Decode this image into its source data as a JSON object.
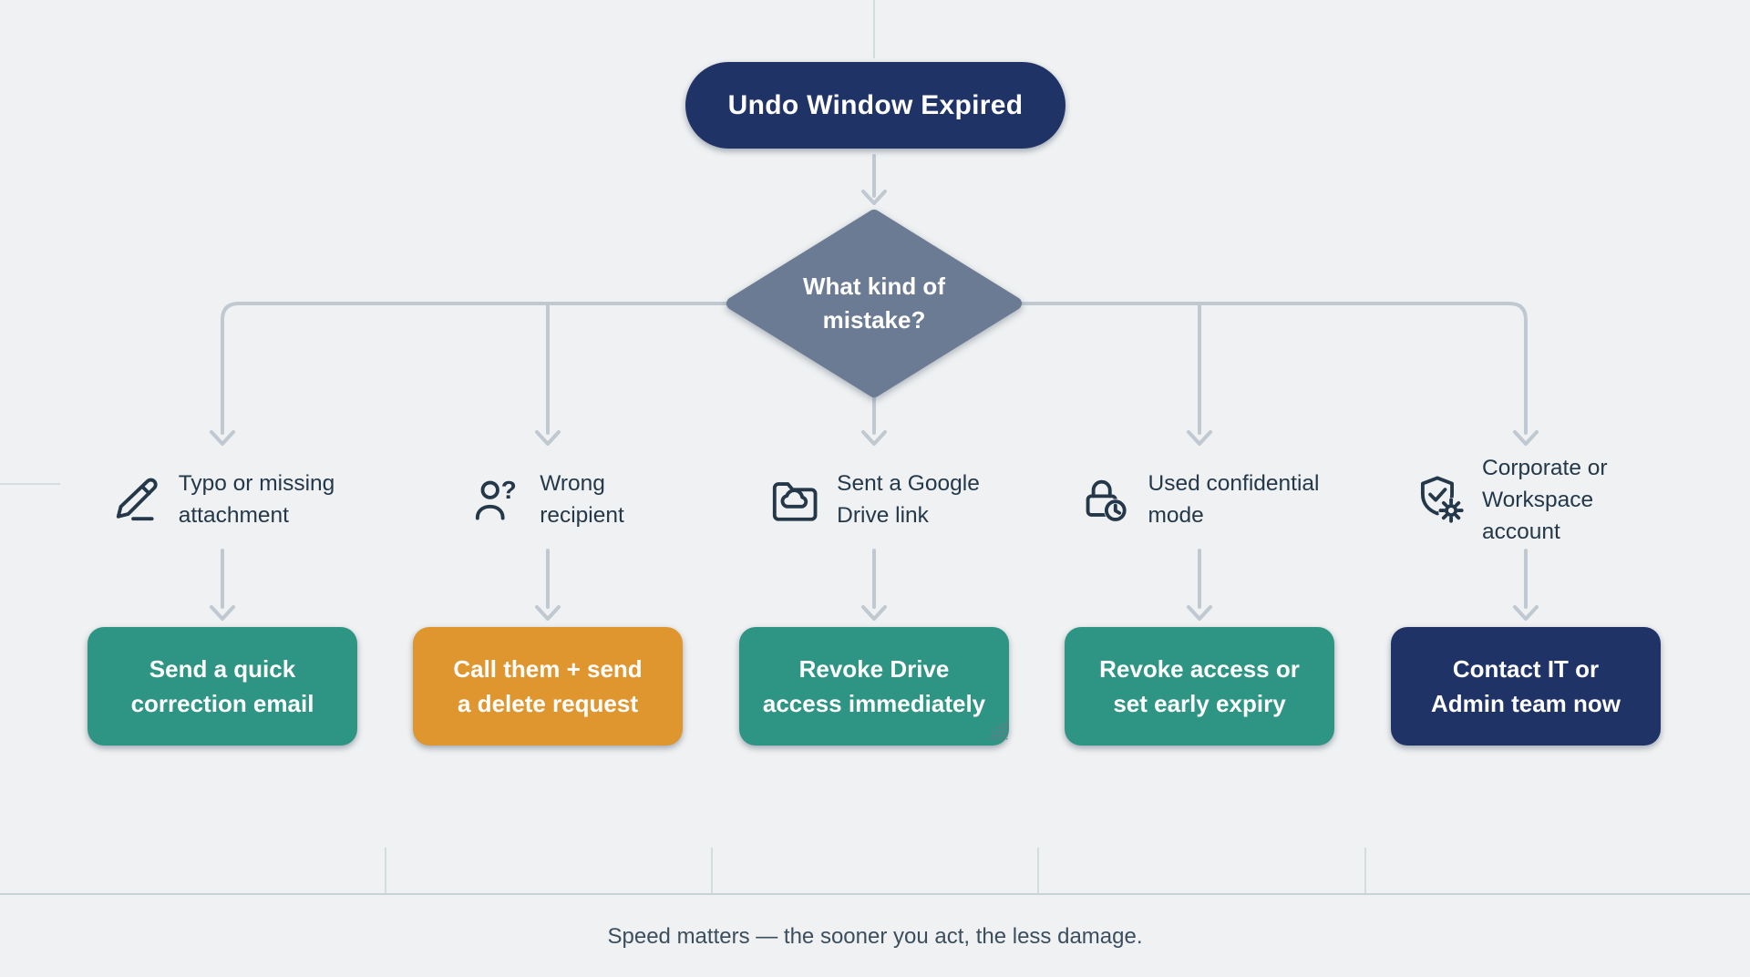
{
  "colors": {
    "bg": "#eff1f2",
    "navy": "#1f3366",
    "teal": "#2e9483",
    "orange": "#e0962f",
    "slate": "#6b7b93",
    "connector": "#c0c9d2",
    "label_text": "#24384a",
    "caption_text": "#3c4e5e",
    "grid": "#d3dde0"
  },
  "title": {
    "label": "Undo Window Expired"
  },
  "decision": {
    "label": "What kind of\nmistake?"
  },
  "branches": [
    {
      "icon": "pencil-line-icon",
      "label": "Typo or missing\nattachment",
      "action": {
        "label": "Send a quick\ncorrection email",
        "variant": "teal"
      }
    },
    {
      "icon": "user-question-icon",
      "label": "Wrong\nrecipient",
      "action": {
        "label": "Call them + send\na delete request",
        "variant": "orange"
      }
    },
    {
      "icon": "folder-cloud-icon",
      "label": "Sent a Google\nDrive link",
      "action": {
        "label": "Revoke Drive\naccess immediately",
        "variant": "teal"
      }
    },
    {
      "icon": "lock-clock-icon",
      "label": "Used confidential\nmode",
      "action": {
        "label": "Revoke access or\nset early expiry",
        "variant": "teal"
      }
    },
    {
      "icon": "shield-gear-icon",
      "label": "Corporate or\nWorkspace account",
      "action": {
        "label": "Contact IT or\nAdmin team now",
        "variant": "navy"
      }
    }
  ],
  "footer": {
    "caption": "Speed matters — the sooner you act, the less damage."
  }
}
